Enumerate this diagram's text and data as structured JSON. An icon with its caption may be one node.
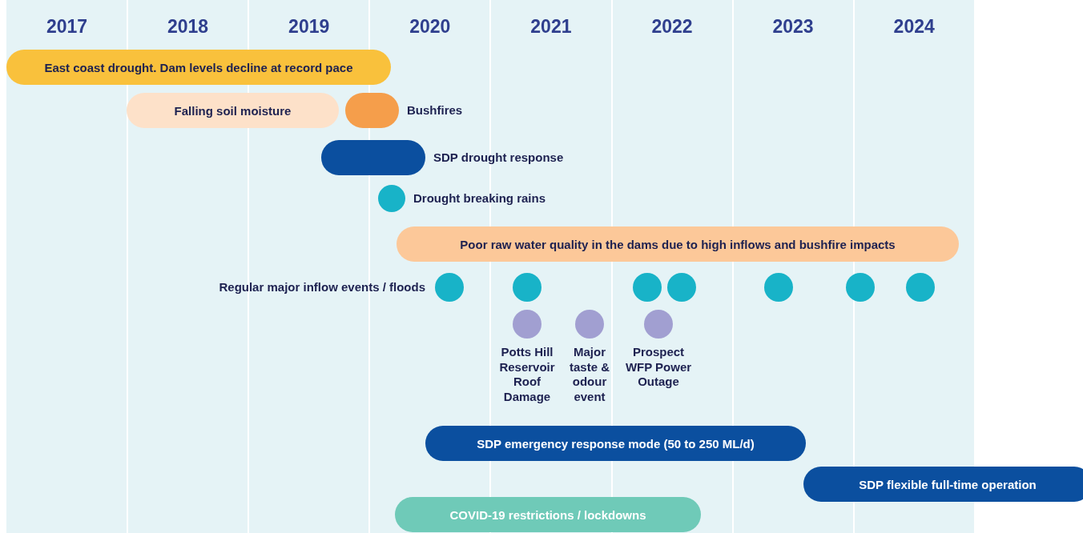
{
  "diagram": {
    "nodes": [
      {
        "text": [
          "East coast drought. Dam levels decline at record pace"
        ]
      },
      {
        "text": [
          "Falling soil moisture"
        ]
      },
      {
        "text": [],
        "shape": "bar",
        "beside": [
          "Bushfires"
        ]
      },
      {
        "text": [],
        "shape": "bar",
        "beside": [
          "SDP drought response"
        ]
      },
      {
        "text": [],
        "shape": "circle",
        "beside": [
          "Drought breaking rains"
        ]
      },
      {
        "text": [
          "Poor raw water quality in the dams due to high inflows and bushfire impacts"
        ]
      },
      {
        "text": [],
        "shape": "circle"
      },
      {
        "text": [],
        "shape": "circle"
      },
      {
        "text": [],
        "shape": "circle"
      },
      {
        "text": [],
        "shape": "circle"
      },
      {
        "text": [],
        "shape": "circle"
      },
      {
        "text": [],
        "shape": "circle"
      },
      {
        "text": [],
        "shape": "circle"
      },
      {
        "text": [],
        "shape": "circle",
        "beside": [
          "Potts Hill Reservoir Roof Damage"
        ]
      },
      {
        "text": [],
        "shape": "circle",
        "beside": [
          "Major taste & odour event"
        ]
      },
      {
        "text": [],
        "shape": "circle",
        "beside": [
          "Prospect WFP Power Outage"
        ]
      },
      {
        "text": [
          "SDP emergency response mode (50 to 250 ML/d)"
        ]
      },
      {
        "text": [
          "SDP flexible full-time operation"
        ]
      },
      {
        "text": [
          "COVID-19 restrictions / lockdowns"
        ]
      }
    ],
    "labels": [
      "2017",
      "2018",
      "2019",
      "2020",
      "2021",
      "2022",
      "2023",
      "2024",
      "Regular major inflow events / floods"
    ]
  }
}
